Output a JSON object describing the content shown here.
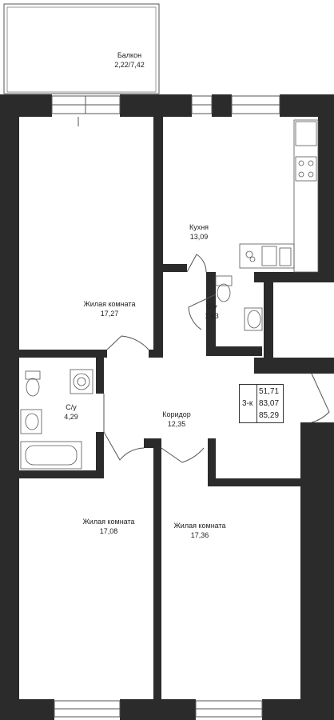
{
  "rooms": {
    "balcony": {
      "name": "Балкон",
      "area": "2,22/7,42"
    },
    "kitchen": {
      "name": "Кухня",
      "area": "13,09"
    },
    "living_top": {
      "name": "Жилая комната",
      "area": "17,27"
    },
    "bath_small": {
      "name": "С/у",
      "area": "1,63"
    },
    "bath_big": {
      "name": "С/у",
      "area": "4,29"
    },
    "corridor": {
      "name": "Коридор",
      "area": "12,35"
    },
    "living_bottom_left": {
      "name": "Жилая комната",
      "area": "17,08"
    },
    "living_bottom_right": {
      "name": "Жилая комната",
      "area": "17,36"
    }
  },
  "summary": {
    "type": "3-к",
    "living_area": "51,71",
    "total_area": "83,07",
    "total_with_balcony": "85,29"
  },
  "colors": {
    "wall": "#2b2b2b",
    "line": "#555555",
    "background": "#ffffff"
  }
}
